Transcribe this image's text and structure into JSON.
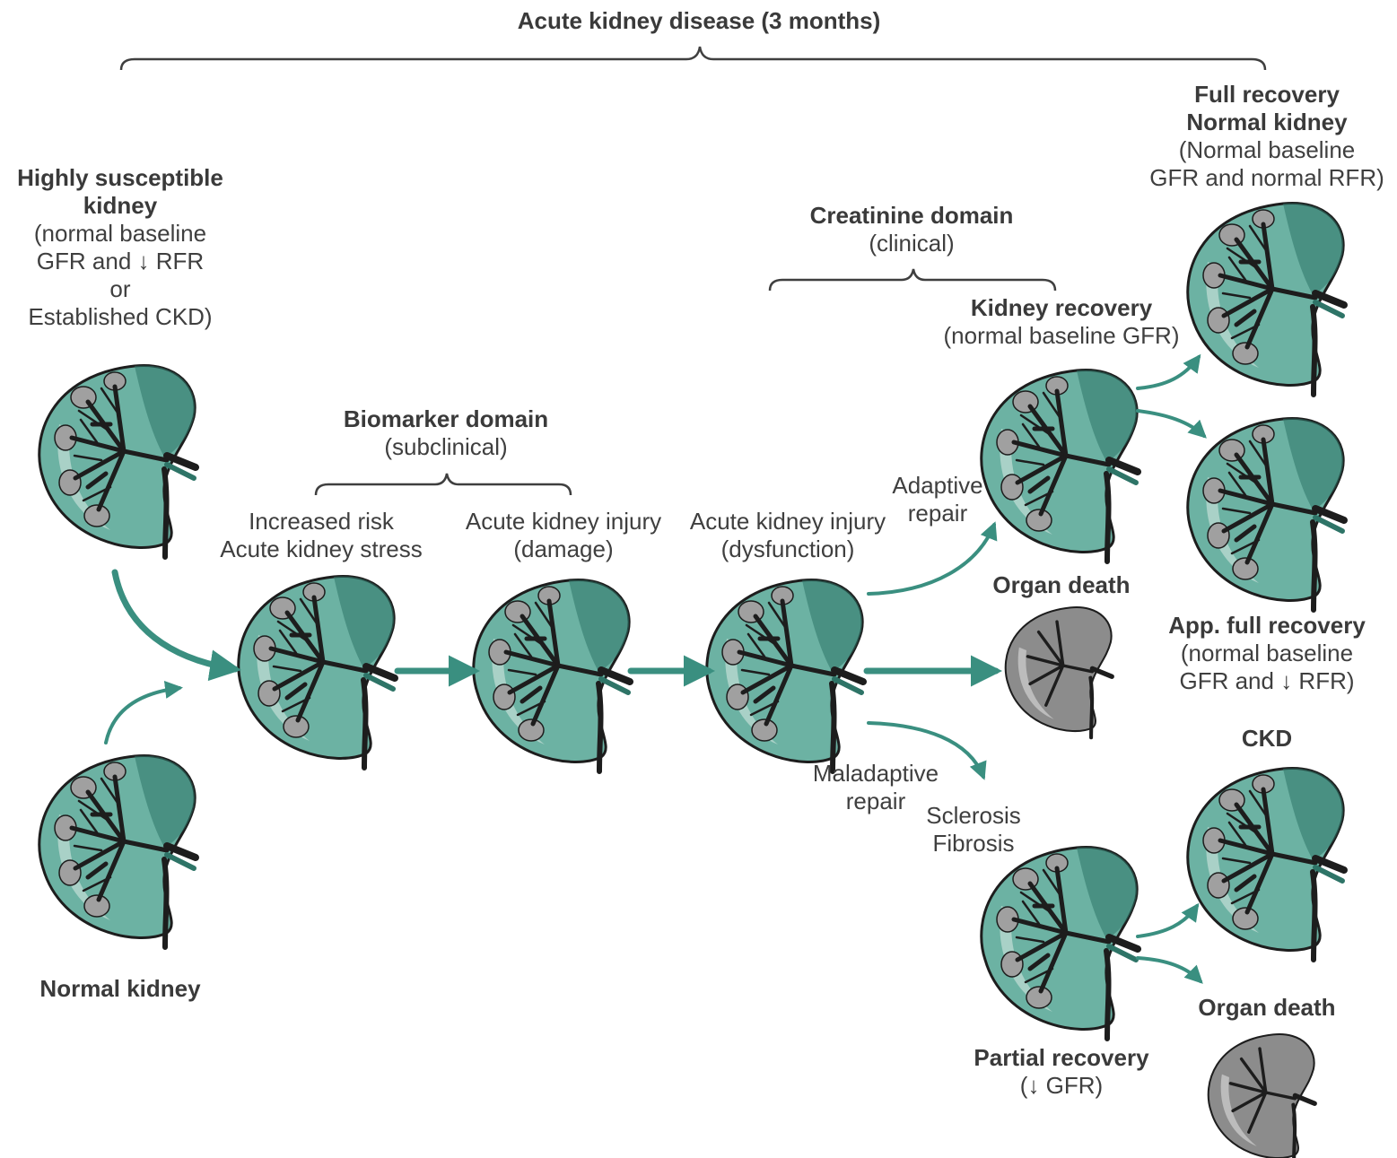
{
  "colors": {
    "accent": "#3a8f80",
    "kidney_fill": "#6cb2a3",
    "kidney_dark": "#2e7467",
    "organ_death_fill": "#8c8c8c",
    "vessel": "#1d1d1d",
    "text": "#3f3f3f"
  },
  "brackets": {
    "top_title": "Acute kidney disease (3 months)",
    "biomarker": {
      "title": "Biomarker domain",
      "subtitle": "(subclinical)"
    },
    "creatinine": {
      "title": "Creatinine domain",
      "subtitle": "(clinical)"
    }
  },
  "left": {
    "highly_susceptible": {
      "title_lines": [
        "Highly susceptible",
        "kidney"
      ],
      "detail_lines": [
        "(normal baseline",
        "GFR and ↓ RFR",
        "or",
        "Established CKD)"
      ]
    },
    "normal_kidney": "Normal kidney"
  },
  "stages": {
    "increased_risk": [
      "Increased risk",
      "Acute kidney stress"
    ],
    "aki_damage": [
      "Acute kidney injury",
      "(damage)"
    ],
    "aki_dysfunction": [
      "Acute kidney injury",
      "(dysfunction)"
    ]
  },
  "repair": {
    "adaptive": [
      "Adaptive",
      "repair"
    ],
    "maladaptive": [
      "Maladaptive",
      "repair"
    ],
    "sclerosis": [
      "Sclerosis",
      "Fibrosis"
    ]
  },
  "outcomes": {
    "kidney_recovery": {
      "title": "Kidney recovery",
      "detail": "(normal baseline GFR)"
    },
    "organ_death_mid": "Organ death",
    "partial_recovery": {
      "title": "Partial recovery",
      "detail": "(↓ GFR)"
    },
    "full_recovery": {
      "title_lines": [
        "Full recovery",
        "Normal kidney"
      ],
      "detail_lines": [
        "(Normal baseline",
        "GFR and normal RFR)"
      ]
    },
    "app_full_recovery": {
      "title": "App. full recovery",
      "detail_lines": [
        "(normal baseline",
        "GFR and ↓ RFR)"
      ]
    },
    "ckd": "CKD",
    "organ_death_final": "Organ death"
  },
  "icons": [
    "kidney-icon-highly-susceptible",
    "kidney-icon-normal",
    "kidney-icon-increased-risk",
    "kidney-icon-aki-damage",
    "kidney-icon-aki-dysfunction",
    "kidney-icon-kidney-recovery",
    "kidney-icon-organ-death",
    "kidney-icon-partial-recovery",
    "kidney-icon-full-recovery",
    "kidney-icon-app-full-recovery",
    "kidney-icon-ckd",
    "kidney-icon-organ-death-final"
  ]
}
